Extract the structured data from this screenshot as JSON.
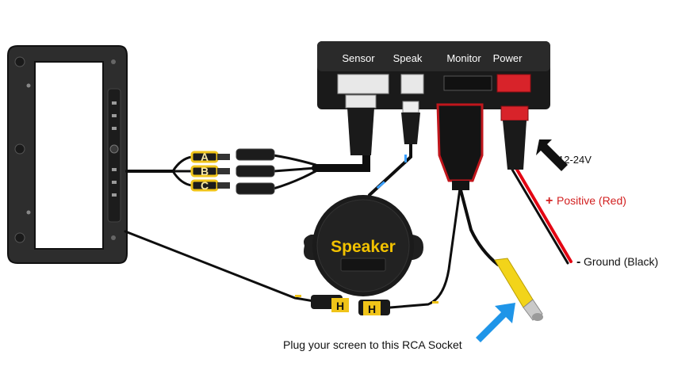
{
  "control_box": {
    "ports": [
      "Sensor",
      "Speak",
      "Monitor",
      "Power"
    ]
  },
  "connectors": {
    "sensor_a": "A",
    "sensor_b": "B",
    "sensor_c": "C",
    "h_left": "H",
    "h_right": "H"
  },
  "speaker": {
    "label": "Speaker"
  },
  "power": {
    "voltage": "12-24V",
    "positive_sign": "+",
    "positive_label": "Positive (Red)",
    "ground_sign": "-",
    "ground_label": "Ground (Black)"
  },
  "rca_caption": "Plug your screen to this RCA Socket",
  "colors": {
    "frame": "#2d2d2d",
    "cable": "#0e0e0e",
    "positive_wire": "#e30613",
    "positive_text": "#d21f1f",
    "pointer_blue": "#1f95e8",
    "rca_yellow": "#f2d41a",
    "connector_yellow": "#f0c419",
    "power_red": "#d8232a",
    "speaker_text": "#f2c200"
  }
}
